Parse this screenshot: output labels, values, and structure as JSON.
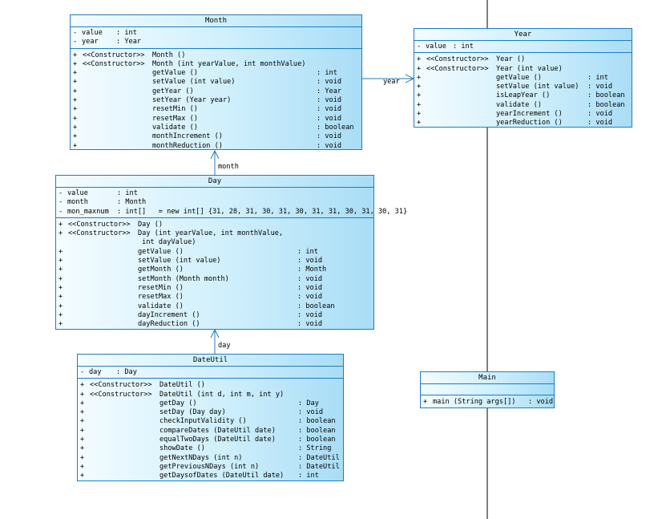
{
  "classes": [
    {
      "id": "month",
      "name": "Month",
      "attrs": [
        {
          "vis": "-",
          "name": "value",
          "type": ": int"
        },
        {
          "vis": "-",
          "name": "year",
          "type": ": Year"
        }
      ],
      "ops": [
        {
          "vis": "+",
          "stereo": "<<Constructor>>",
          "sig": "Month ()",
          "ret": ""
        },
        {
          "vis": "+",
          "stereo": "<<Constructor>>",
          "sig": "Month (int yearValue, int monthValue)",
          "ret": ""
        },
        {
          "vis": "+",
          "stereo": "",
          "sig": "getValue ()",
          "ret": ": int"
        },
        {
          "vis": "+",
          "stereo": "",
          "sig": "setValue (int value)",
          "ret": ": void"
        },
        {
          "vis": "+",
          "stereo": "",
          "sig": "getYear ()",
          "ret": ": Year"
        },
        {
          "vis": "+",
          "stereo": "",
          "sig": "setYear (Year year)",
          "ret": ": void"
        },
        {
          "vis": "+",
          "stereo": "",
          "sig": "resetMin ()",
          "ret": ": void"
        },
        {
          "vis": "+",
          "stereo": "",
          "sig": "resetMax ()",
          "ret": ": void"
        },
        {
          "vis": "+",
          "stereo": "",
          "sig": "validate ()",
          "ret": ": boolean"
        },
        {
          "vis": "+",
          "stereo": "",
          "sig": "monthIncrement ()",
          "ret": ": void"
        },
        {
          "vis": "+",
          "stereo": "",
          "sig": "monthReduction ()",
          "ret": ": void"
        }
      ]
    },
    {
      "id": "year",
      "name": "Year",
      "attrs": [
        {
          "vis": "-",
          "name": "value",
          "type": ": int"
        }
      ],
      "ops": [
        {
          "vis": "+",
          "stereo": "<<Constructor>>",
          "sig": "Year ()",
          "ret": ""
        },
        {
          "vis": "+",
          "stereo": "<<Constructor>>",
          "sig": "Year (int value)",
          "ret": ""
        },
        {
          "vis": "+",
          "stereo": "",
          "sig": "getValue ()",
          "ret": ": int"
        },
        {
          "vis": "+",
          "stereo": "",
          "sig": "setValue (int value)",
          "ret": ": void"
        },
        {
          "vis": "+",
          "stereo": "",
          "sig": "isLeapYear ()",
          "ret": ": boolean"
        },
        {
          "vis": "+",
          "stereo": "",
          "sig": "validate ()",
          "ret": ": boolean"
        },
        {
          "vis": "+",
          "stereo": "",
          "sig": "yearIncrement ()",
          "ret": ": void"
        },
        {
          "vis": "+",
          "stereo": "",
          "sig": "yearReduction ()",
          "ret": ": void"
        }
      ]
    },
    {
      "id": "day",
      "name": "Day",
      "attrs": [
        {
          "vis": "-",
          "name": "value",
          "type": ": int"
        },
        {
          "vis": "-",
          "name": "month",
          "type": ": Month"
        },
        {
          "vis": "-",
          "name": "mon_maxnum",
          "type": ": int[]   = new int[] {31, 28, 31, 30, 31, 30, 31, 31, 30, 31, 30, 31}"
        }
      ],
      "ops": [
        {
          "vis": "+",
          "stereo": "<<Constructor>>",
          "sig": "Day ()",
          "ret": ""
        },
        {
          "vis": "+",
          "stereo": "<<Constructor>>",
          "sig": "Day (int yearValue, int monthValue,",
          "ret": ""
        },
        {
          "vis": "",
          "stereo": "",
          "sig": " int dayValue)",
          "ret": ""
        },
        {
          "vis": "+",
          "stereo": "",
          "sig": "getValue ()",
          "ret": ": int"
        },
        {
          "vis": "+",
          "stereo": "",
          "sig": "setValue (int value)",
          "ret": ": void"
        },
        {
          "vis": "+",
          "stereo": "",
          "sig": "getMonth ()",
          "ret": ": Month"
        },
        {
          "vis": "+",
          "stereo": "",
          "sig": "setMonth (Month month)",
          "ret": ": void"
        },
        {
          "vis": "+",
          "stereo": "",
          "sig": "resetMin ()",
          "ret": ": void"
        },
        {
          "vis": "+",
          "stereo": "",
          "sig": "resetMax ()",
          "ret": ": void"
        },
        {
          "vis": "+",
          "stereo": "",
          "sig": "validate ()",
          "ret": ": boolean"
        },
        {
          "vis": "+",
          "stereo": "",
          "sig": "dayIncrement ()",
          "ret": ": void"
        },
        {
          "vis": "+",
          "stereo": "",
          "sig": "dayReduction ()",
          "ret": ": void"
        }
      ]
    },
    {
      "id": "dateutil",
      "name": "DateUtil",
      "attrs": [
        {
          "vis": "-",
          "name": "day",
          "type": ": Day"
        }
      ],
      "ops": [
        {
          "vis": "+",
          "stereo": "<<Constructor>>",
          "sig": "DateUtil ()",
          "ret": ""
        },
        {
          "vis": "+",
          "stereo": "<<Constructor>>",
          "sig": "DateUtil (int d, int m, int y)",
          "ret": ""
        },
        {
          "vis": "+",
          "stereo": "",
          "sig": "getDay ()",
          "ret": ": Day"
        },
        {
          "vis": "+",
          "stereo": "",
          "sig": "setDay (Day day)",
          "ret": ": void"
        },
        {
          "vis": "+",
          "stereo": "",
          "sig": "checkInputValidity ()",
          "ret": ": boolean"
        },
        {
          "vis": "+",
          "stereo": "",
          "sig": "compareDates (DateUtil date)",
          "ret": ": boolean"
        },
        {
          "vis": "+",
          "stereo": "",
          "sig": "equalTwoDays (DateUtil date)",
          "ret": ": boolean"
        },
        {
          "vis": "+",
          "stereo": "",
          "sig": "showDate ()",
          "ret": ": String"
        },
        {
          "vis": "+",
          "stereo": "",
          "sig": "getNextNDays (int n)",
          "ret": ": DateUtil"
        },
        {
          "vis": "+",
          "stereo": "",
          "sig": "getPreviousNDays (int n)",
          "ret": ": DateUtil"
        },
        {
          "vis": "+",
          "stereo": "",
          "sig": "getDaysofDates (DateUtil date)",
          "ret": ": int"
        }
      ]
    },
    {
      "id": "main",
      "name": "Main",
      "attrs": [],
      "ops": [
        {
          "vis": "+",
          "stereo": "",
          "sig": "main (String args[])   : void",
          "ret": ""
        }
      ]
    }
  ],
  "associations": [
    {
      "from": "month",
      "to": "year",
      "label": "year"
    },
    {
      "from": "day",
      "to": "month",
      "label": "month"
    },
    {
      "from": "dateutil",
      "to": "day",
      "label": "day"
    }
  ],
  "colors": {
    "border": "#1c7dc4",
    "fill_light": "#f4fcff",
    "fill_dark": "#a9ddf6",
    "line": "#1c7dc4",
    "divider": "#000000"
  }
}
